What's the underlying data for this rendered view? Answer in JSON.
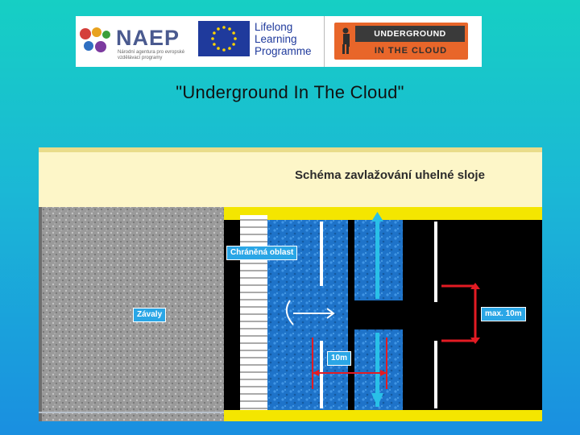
{
  "logos": {
    "naep": {
      "name": "NAEP",
      "subtitle": "Národní agentura pro evropské vzdělávací programy",
      "dot_colors": [
        "#d43f3a",
        "#e8a21e",
        "#3a9f3a",
        "#2f6fc2",
        "#7c3a9f"
      ]
    },
    "eu": {
      "line1": "Lifelong",
      "line2": "Learning",
      "line3": "Programme",
      "flag_color": "#1f3a9c",
      "star_color": "#ffd400"
    },
    "project": {
      "line1": "UNDERGROUND",
      "line2": "IN THE CLOUD",
      "accent": "#e8662a"
    }
  },
  "title": "\"Underground In The Cloud\"",
  "diagram": {
    "heading": "Schéma zavlažování uhelné sloje",
    "labels": {
      "protected_area": "Chráněná oblast",
      "goaf": "Závaly",
      "max_distance": "max. 10m",
      "width": "10m"
    },
    "colors": {
      "header_bg": "#fdf6c8",
      "yellow_band": "#f4e600",
      "rock": "#9a9a9a",
      "water": "#1e73c9",
      "void": "#000000",
      "red_marker": "#e31b23",
      "label_bg": "#2aa6e6"
    }
  }
}
